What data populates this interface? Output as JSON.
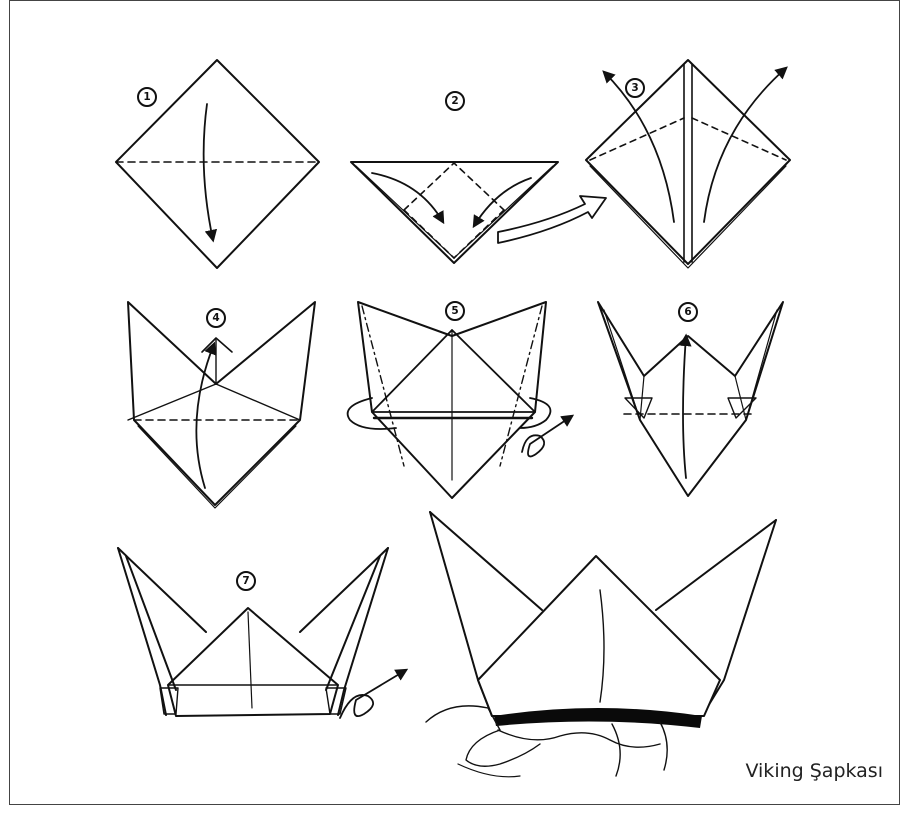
{
  "caption": "Viking Şapkası",
  "steps": [
    "1",
    "2",
    "3",
    "4",
    "5",
    "6",
    "7"
  ],
  "colors": {
    "ink": "#111111",
    "frame": "#444444",
    "paper": "#ffffff",
    "shadow": "#0a0a0a"
  }
}
